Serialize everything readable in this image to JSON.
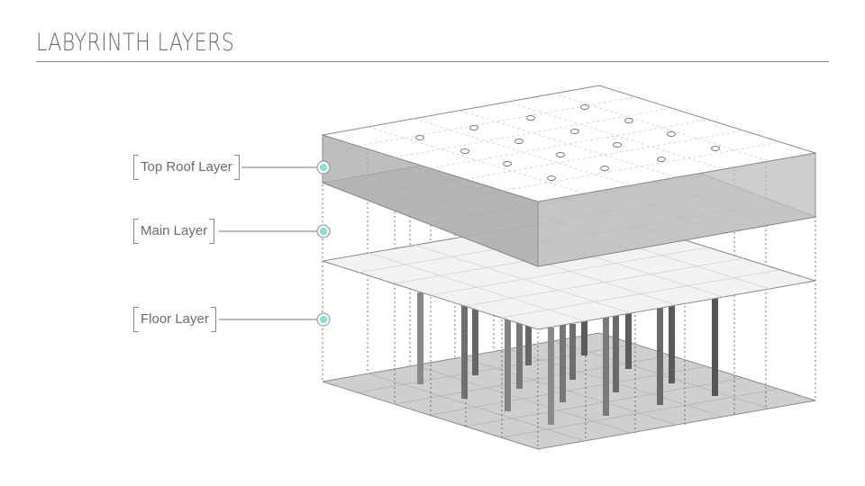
{
  "title": "LABYRINTH LAYERS",
  "layers": [
    {
      "label": "Top Roof Layer"
    },
    {
      "label": "Main Layer"
    },
    {
      "label": "Floor Layer"
    }
  ],
  "colors": {
    "marker_fill": "#7fe3d6",
    "roof_top": "#ffffff",
    "roof_side": "#b8b8b8",
    "main_plate": "#f2f2f2",
    "floor_plate": "#cfcfcf",
    "pillar": "#6a6a6a"
  }
}
